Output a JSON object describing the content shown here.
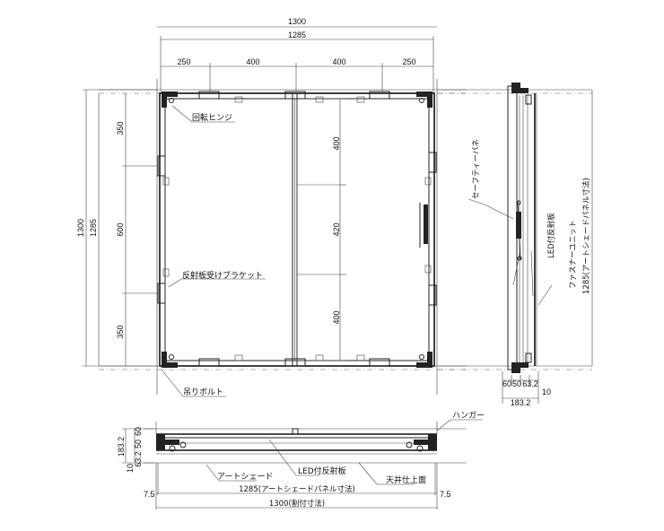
{
  "dimensions": {
    "top_total": "1300",
    "top_inner": "1285",
    "top_seg_1": "250",
    "top_seg_2": "400",
    "top_seg_3": "400",
    "top_seg_4": "250",
    "left_total": "1300",
    "left_inner": "1285",
    "left_seg_1": "350",
    "left_seg_2": "600",
    "left_seg_3": "350",
    "mid_seg_1": "400",
    "mid_seg_2": "420",
    "mid_seg_3": "400",
    "side_bottom_1": "60",
    "side_bottom_2": "50",
    "side_bottom_3": "63.2",
    "side_bottom_4": "10",
    "side_bottom_total": "183.2",
    "section_left_1": "183.2",
    "section_left_2": "10",
    "section_left_3": "63.2",
    "section_left_4": "50",
    "section_left_5": "60",
    "bottom_left_offset": "7.5",
    "bottom_right_offset": "7.5",
    "bottom_inner": "1285(アートシェードパネル寸法)",
    "bottom_total": "1300(割付寸法)"
  },
  "labels": {
    "hinge": "回転ヒンジ",
    "bracket": "反射板受けブラケット",
    "bolt": "吊りボルト",
    "safety_spring": "セーフティーバネ",
    "led_reflector_side": "LED付反射板",
    "fastener_unit": "ファスナーユニット",
    "art_shade_panel": "1285(アートシェードパネル寸法)",
    "hanger": "ハンガー",
    "art_shade": "アートシェード",
    "led_reflector": "LED付反射板",
    "ceiling_surface": "天井仕上面"
  }
}
